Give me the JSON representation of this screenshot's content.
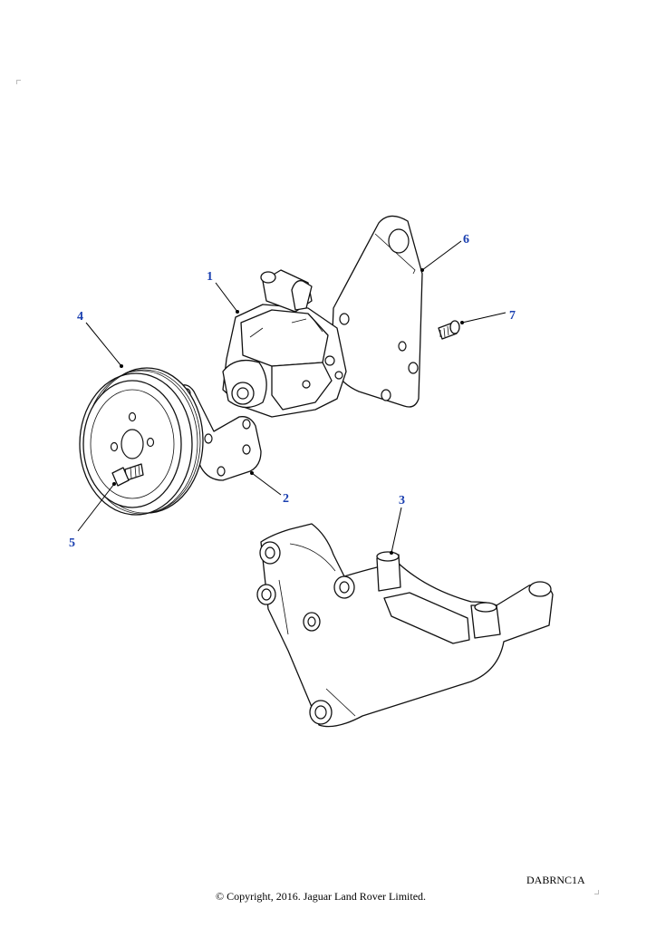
{
  "callouts": [
    {
      "id": "callout-1",
      "label": "1"
    },
    {
      "id": "callout-2",
      "label": "2"
    },
    {
      "id": "callout-3",
      "label": "3"
    },
    {
      "id": "callout-4",
      "label": "4"
    },
    {
      "id": "callout-5",
      "label": "5"
    },
    {
      "id": "callout-6",
      "label": "6"
    },
    {
      "id": "callout-7",
      "label": "7"
    }
  ],
  "illustration_code": "DABRNC1A",
  "copyright": "© Copyright, 2016. Jaguar Land Rover Limited.",
  "colors": {
    "callout": "#1a3fb0",
    "line": "#111111",
    "background": "#ffffff"
  }
}
